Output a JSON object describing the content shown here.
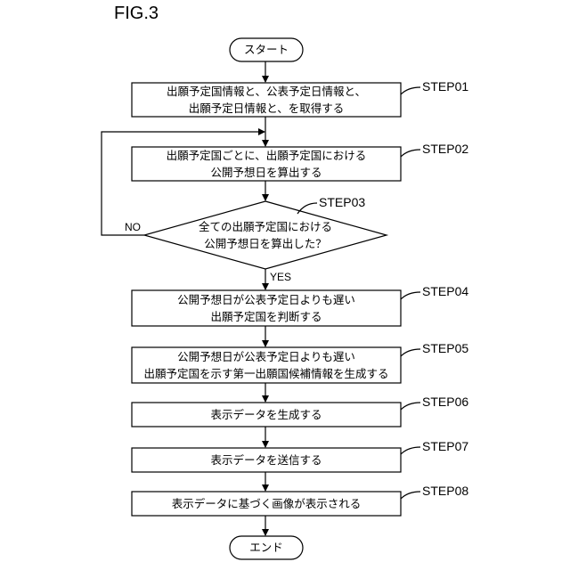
{
  "figure": {
    "title": "FIG.3"
  },
  "start": {
    "label": "スタート"
  },
  "end": {
    "label": "エンド"
  },
  "steps": [
    {
      "id": "STEP01",
      "line1": "出願予定国情報と、公表予定日情報と、",
      "line2": "出願予定日情報と、を取得する"
    },
    {
      "id": "STEP02",
      "line1": "出願予定国ごとに、出願予定国における",
      "line2": "公開予想日を算出する"
    },
    {
      "id": "STEP03",
      "line1": "全ての出願予定国における",
      "line2": "公開予想日を算出した？"
    },
    {
      "id": "STEP04",
      "line1": "公開予想日が公表予定日よりも遅い",
      "line2": "出願予定国を判断する"
    },
    {
      "id": "STEP05",
      "line1": "公開予想日が公表予定日よりも遅い",
      "line2": "出願予定国を示す第一出願国候補情報を生成する"
    },
    {
      "id": "STEP06",
      "line1": "表示データを生成する"
    },
    {
      "id": "STEP07",
      "line1": "表示データを送信する"
    },
    {
      "id": "STEP08",
      "line1": "表示データに基づく画像が表示される"
    }
  ],
  "branches": {
    "no": "NO",
    "yes": "YES"
  }
}
